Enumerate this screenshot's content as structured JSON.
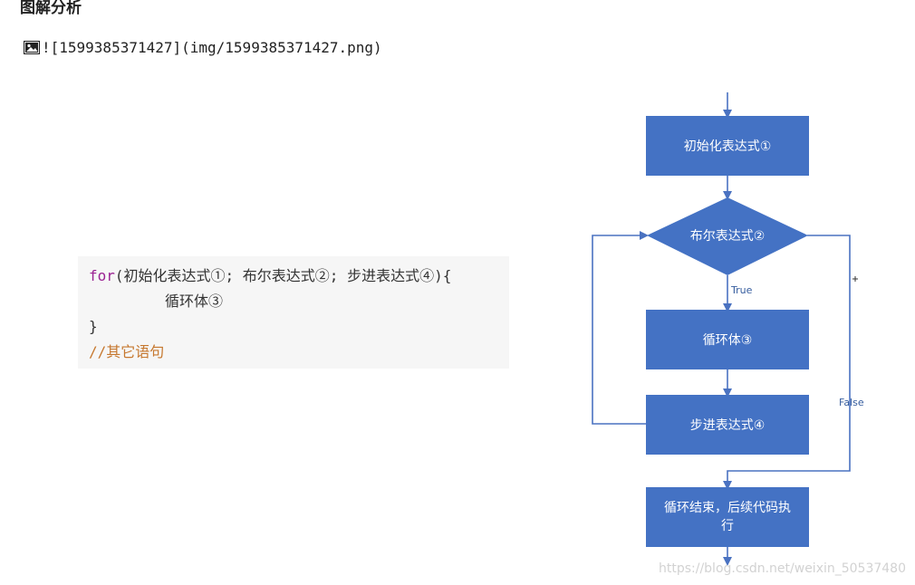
{
  "heading": "图解分析",
  "image_fallback_text": "![1599385371427](img/1599385371427.png)",
  "code": {
    "keyword_for": "for",
    "line1_rest": "(初始化表达式①; 布尔表达式②; 步进表达式④){",
    "line2": "循环体③",
    "line3": "}",
    "line4": "//其它语句"
  },
  "flowchart": {
    "nodes": {
      "init": "初始化表达式①",
      "condition": "布尔表达式②",
      "body": "循环体③",
      "step": "步进表达式④",
      "end_line1": "循环结束，后续代码执",
      "end_line2": "行"
    },
    "edges": {
      "true_label": "True",
      "false_label": "False"
    },
    "colors": {
      "box_fill": "#4472c4",
      "arrow": "#4a72c1"
    }
  },
  "watermark": "https://blog.csdn.net/weixin_50537480"
}
